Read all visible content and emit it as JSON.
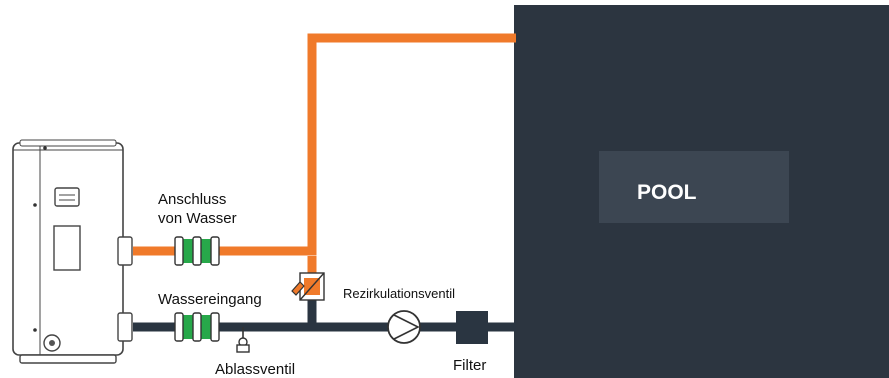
{
  "labels": {
    "pool": "POOL",
    "water_outlet": [
      "Anschluss",
      "von Wasser"
    ],
    "water_inlet": "Wassereingang",
    "recirculation_valve": "Rezirkulationsventil",
    "drain_valve": "Ablassventil",
    "filter": "Filter"
  },
  "colors": {
    "hot_pipe": "#F07A2A",
    "cold_pipe": "#2A3541",
    "pool_fill": "#2C3540",
    "pool_label_box": "#3C4652",
    "union_green": "#27A84A",
    "valve_orange": "#F07A2A"
  }
}
